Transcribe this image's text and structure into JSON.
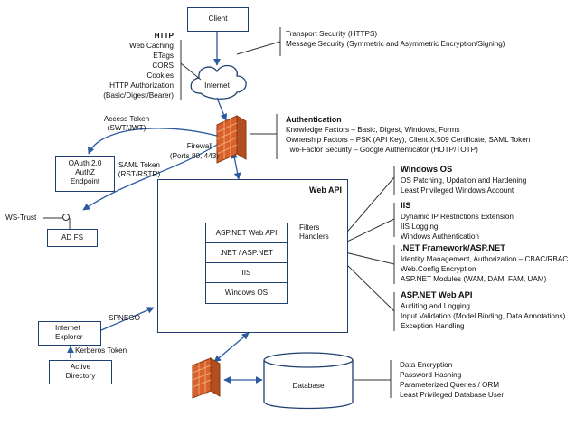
{
  "client": "Client",
  "internet": "Internet",
  "http": {
    "title": "HTTP",
    "items": [
      "Web Caching",
      "ETags",
      "CORS",
      "Cookies",
      "HTTP Authorization",
      "(Basic/Digest/Bearer)"
    ]
  },
  "transport": [
    "Transport Security (HTTPS)",
    "Message Security (Symmetric and Asymmetric Encryption/Signing)"
  ],
  "authentication": {
    "title": "Authentication",
    "items": [
      "Knowledge Factors – Basic, Digest, Windows, Forms",
      "Ownership Factors – PSK (API Key), Client X.509 Certificate, SAML Token",
      "Two-Factor Security – Google Authenticator (HOTP/TOTP)"
    ]
  },
  "access_token": [
    "Access Token",
    "(SWT/JWT)"
  ],
  "oauth": [
    "OAuth 2.0",
    "AuthZ",
    "Endpoint"
  ],
  "saml_token": [
    "SAML Token",
    "(RST/RSTR)"
  ],
  "firewall": [
    "Firewall",
    "(Ports 80, 443)"
  ],
  "ws_trust": "WS-Trust",
  "adfs": "AD FS",
  "webapi": {
    "title": "Web API",
    "layers": [
      "ASP.NET Web API",
      ".NET / ASP.NET",
      "IIS",
      "Windows OS"
    ],
    "filters": [
      "Filters",
      "Handlers"
    ]
  },
  "spnego": "SPNEGO",
  "ie": [
    "Internet",
    "Explorer"
  ],
  "kerberos": "Kerberos Token",
  "ad": [
    "Active",
    "Directory"
  ],
  "database": "Database",
  "sections": [
    {
      "title": "Windows OS",
      "items": [
        "OS Patching, Updation and Hardening",
        "Least Privileged Windows Account"
      ]
    },
    {
      "title": "IIS",
      "items": [
        "Dynamic IP Restrictions Extension",
        "IIS Logging",
        "Windows Authentication"
      ]
    },
    {
      "title": ".NET Framework/ASP.NET",
      "items": [
        "Identity Management, Authorization – CBAC/RBAC",
        "Web.Config Encryption",
        "ASP.NET Modules (WAM, DAM, FAM, UAM)"
      ]
    },
    {
      "title": "ASP.NET Web API",
      "items": [
        "Auditing and Logging",
        "Input Validation (Model Binding, Data Annotations)",
        "Exception Handling"
      ]
    }
  ],
  "db_security": [
    "Data Encryption",
    "Password Hashing",
    "Parameterized Queries / ORM",
    "Least Privileged Database User"
  ],
  "colors": {
    "box_border": "#1f3f6e",
    "connector": "#2b5aa0",
    "firewall": "#d9622b"
  }
}
